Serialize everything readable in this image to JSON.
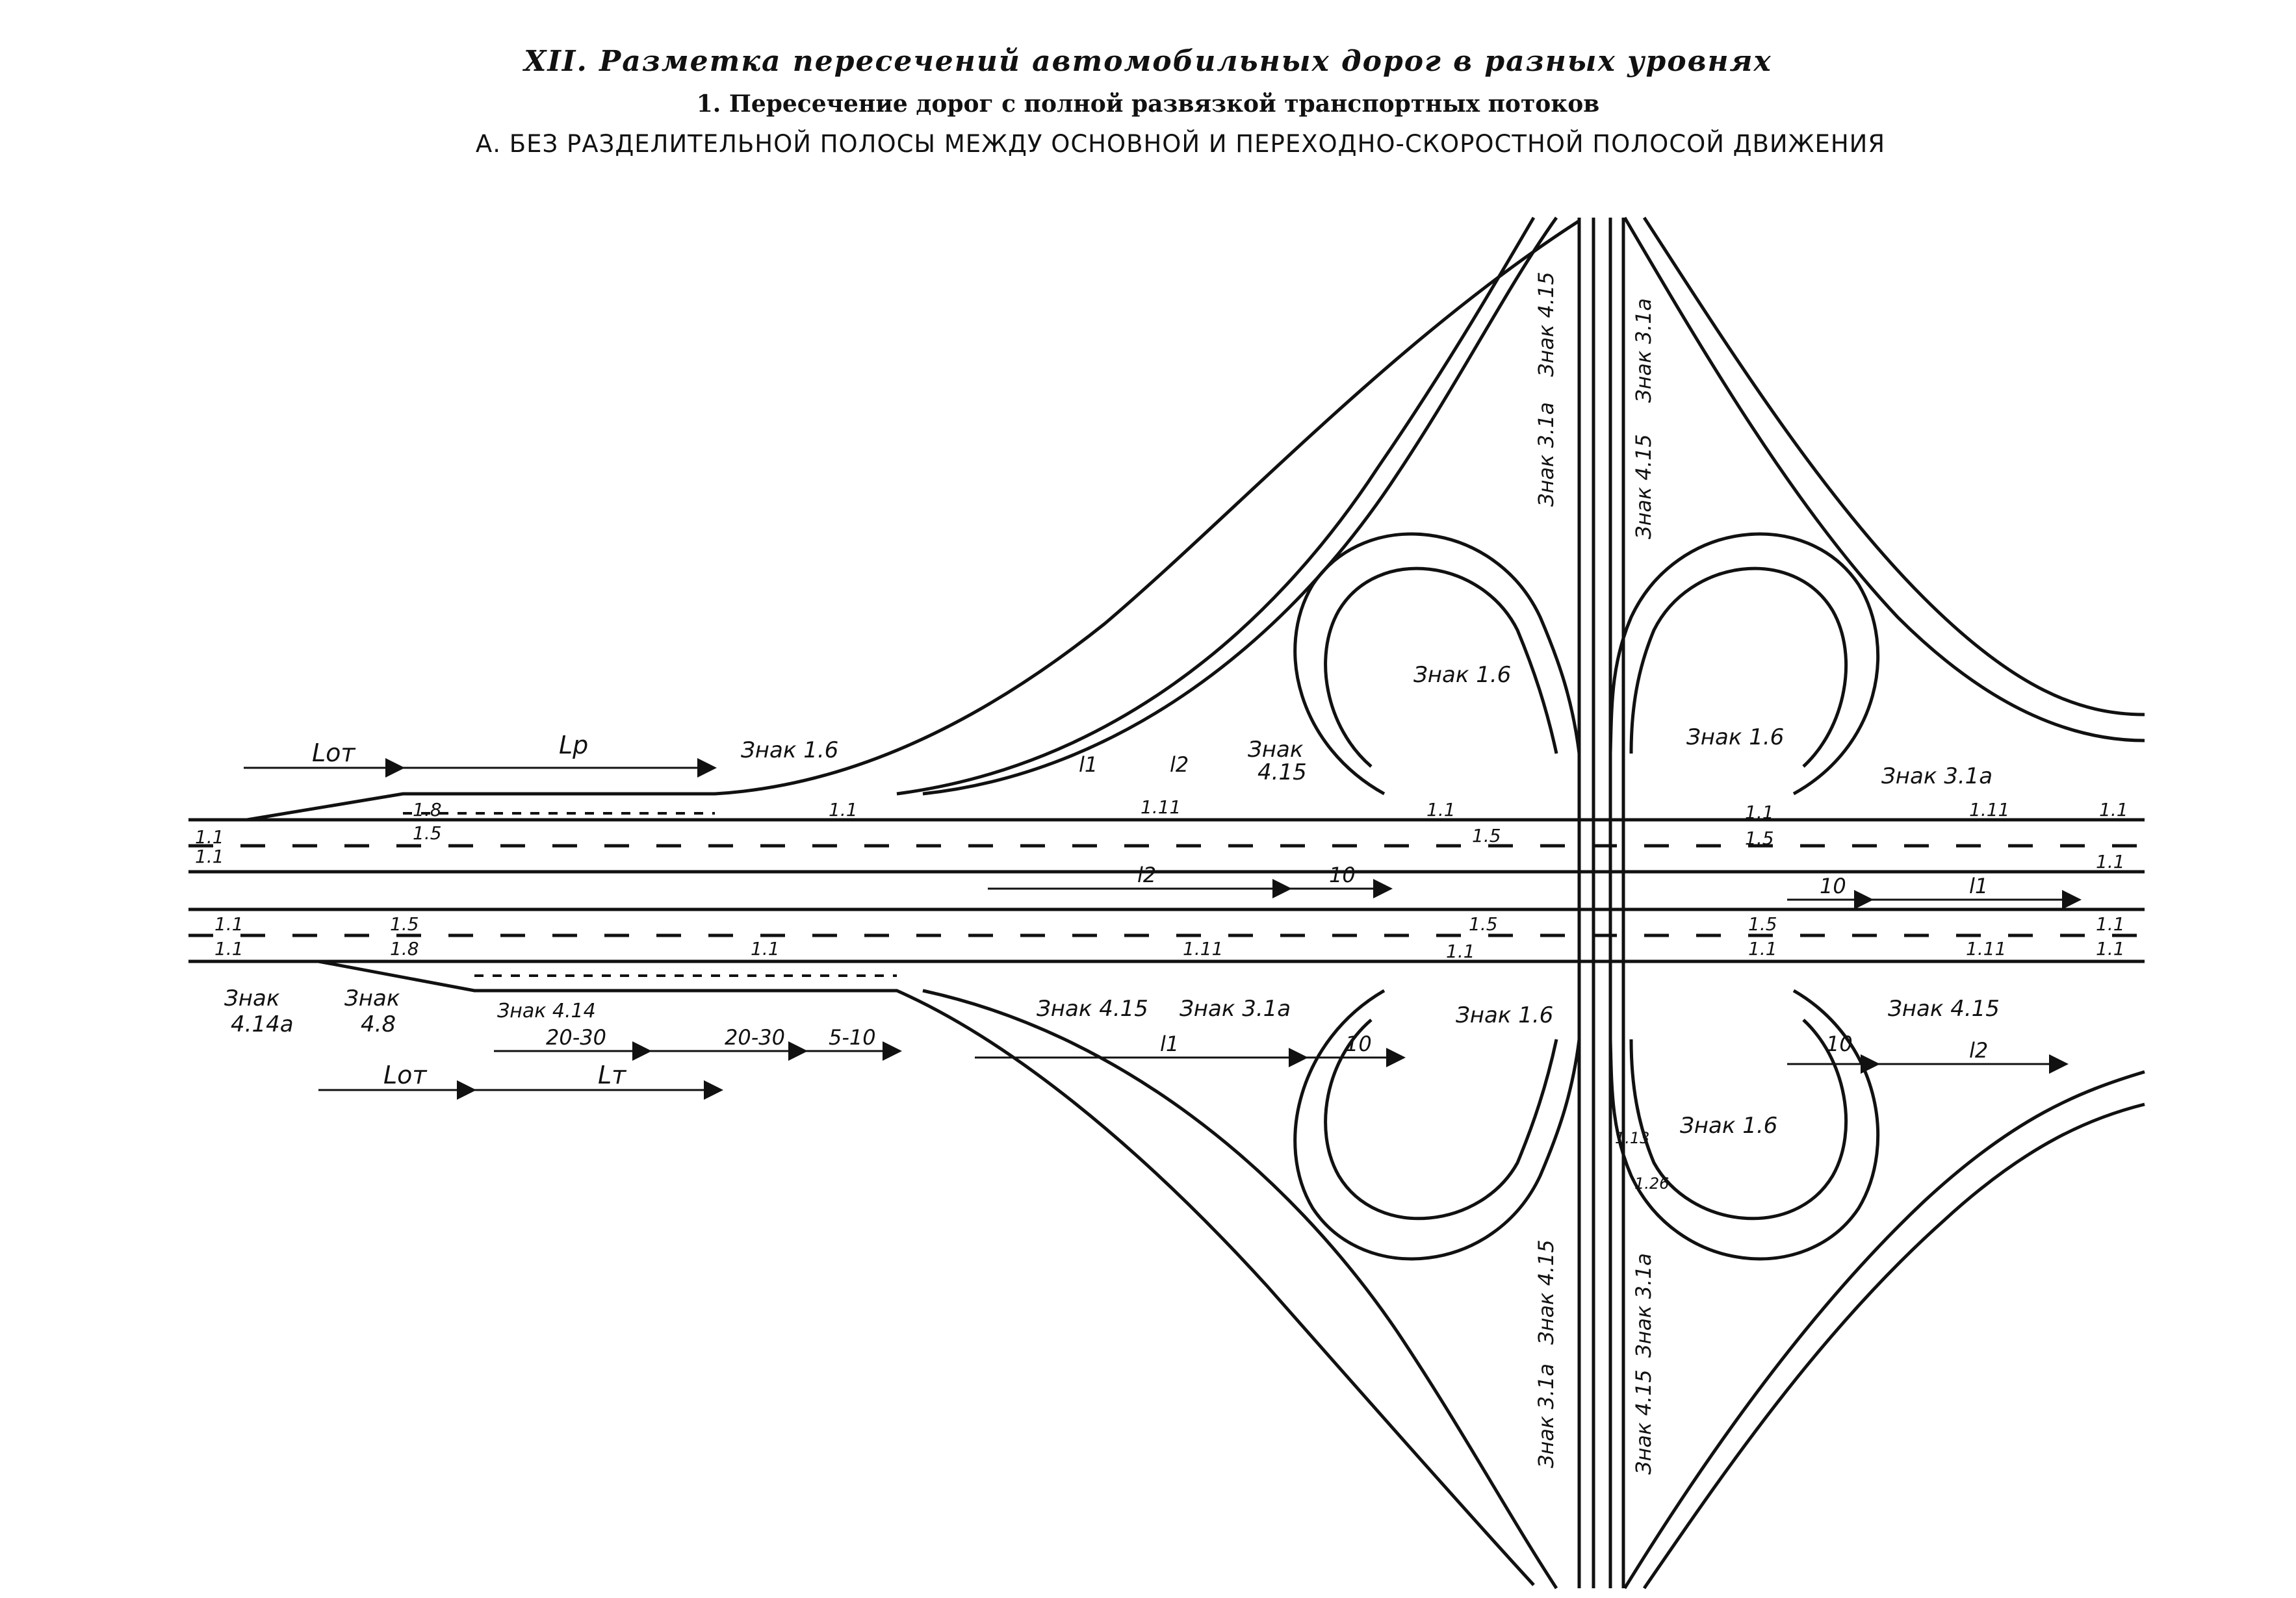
{
  "titles": {
    "main": "XII. Разметка пересечений автомобильных дорог в разных уровнях",
    "sub": "1. Пересечение дорог с полной развязкой транспортных потоков",
    "section": "А. БЕЗ РАЗДЕЛИТЕЛЬНОЙ ПОЛОСЫ МЕЖДУ ОСНОВНОЙ И ПЕРЕХОДНО-СКОРОСТНОЙ ПОЛОСОЙ ДВИЖЕНИЯ"
  },
  "dimensions": {
    "l_ot_top": "Lот",
    "l_p": "Lр",
    "l_ot_bottom": "Lот",
    "l_t": "Lт",
    "l1_top": "l1",
    "l2_top": "l2",
    "l2_mid_left": "l2",
    "ten_mid_left": "10",
    "ten_mid_right": "10",
    "l1_mid_right": "l1",
    "d20_30_a": "20-30",
    "d20_30_b": "20-30",
    "d5_10": "5-10",
    "l1_bottom": "l1",
    "ten_bottom_left": "10",
    "ten_bottom_right": "10",
    "l2_bottom_right": "l2"
  },
  "markings": {
    "m1_1": "1.1",
    "m1_5": "1.5",
    "m1_8": "1.8",
    "m1_11": "1.11",
    "m1_13": "1.13",
    "m1_26": "1.26"
  },
  "signs": {
    "znak_1_6": "Знак 1.6",
    "znak_4_15": "Знак 4.15",
    "znak_3_1a": "Знак 3.1а",
    "znak_4_14a_1": "Знак",
    "znak_4_14a_2": "4.14а",
    "znak_4_8_1": "Знак",
    "znak_4_8_2": "4.8",
    "znak_4_14": "Знак 4.14",
    "znak_word": "Знак",
    "znak_4_15_short": "4.15"
  },
  "colors": {
    "ink": "#111111",
    "paper": "#ffffff"
  }
}
